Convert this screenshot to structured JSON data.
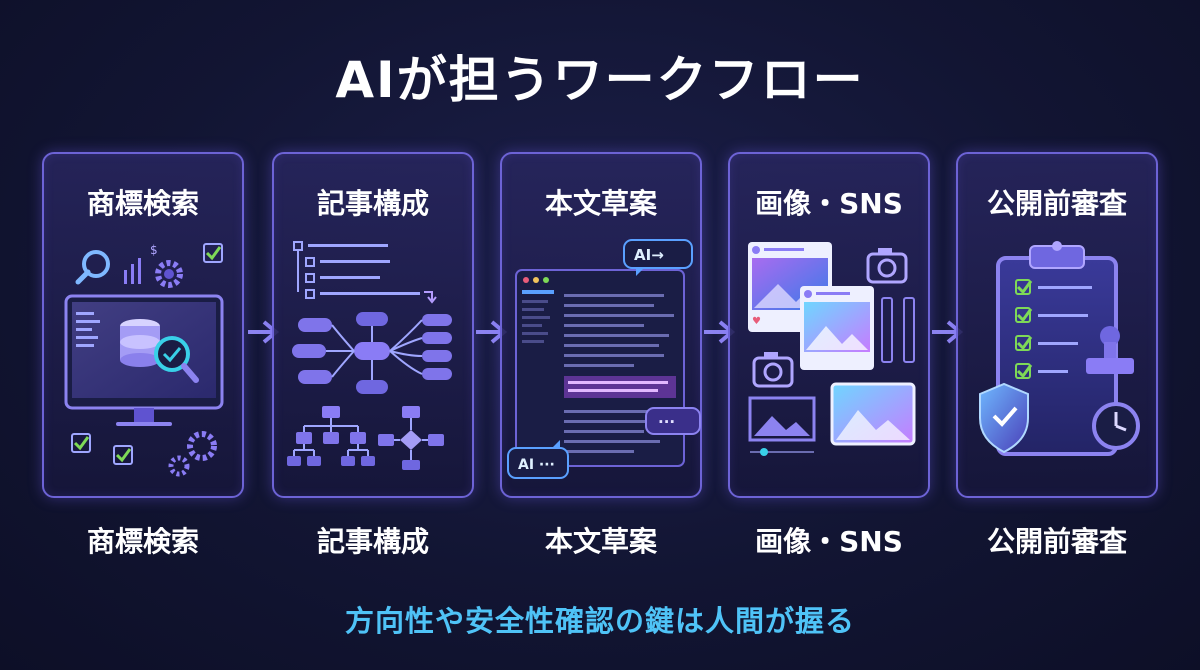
{
  "title": "AIが担うワークフロー",
  "steps": [
    {
      "label": "商標検索",
      "caption": "商標検索",
      "icon": "trademark-search-icon"
    },
    {
      "label": "記事構成",
      "caption": "記事構成",
      "icon": "article-structure-icon"
    },
    {
      "label": "本文草案",
      "caption": "本文草案",
      "icon": "draft-editor-icon",
      "bubbles": [
        "AI→",
        "AI ···",
        "···"
      ]
    },
    {
      "label": "画像・SNS",
      "caption": "画像・SNS",
      "icon": "image-sns-icon"
    },
    {
      "label": "公開前審査",
      "caption": "公開前審査",
      "icon": "pre-publish-review-icon"
    }
  ],
  "footer": "方向性や安全性確認の鍵は人間が握る",
  "colors": {
    "accent": "#6d63d6",
    "footer": "#4fc3f7",
    "cyan": "#39d0e8",
    "check": "#7ed957"
  }
}
